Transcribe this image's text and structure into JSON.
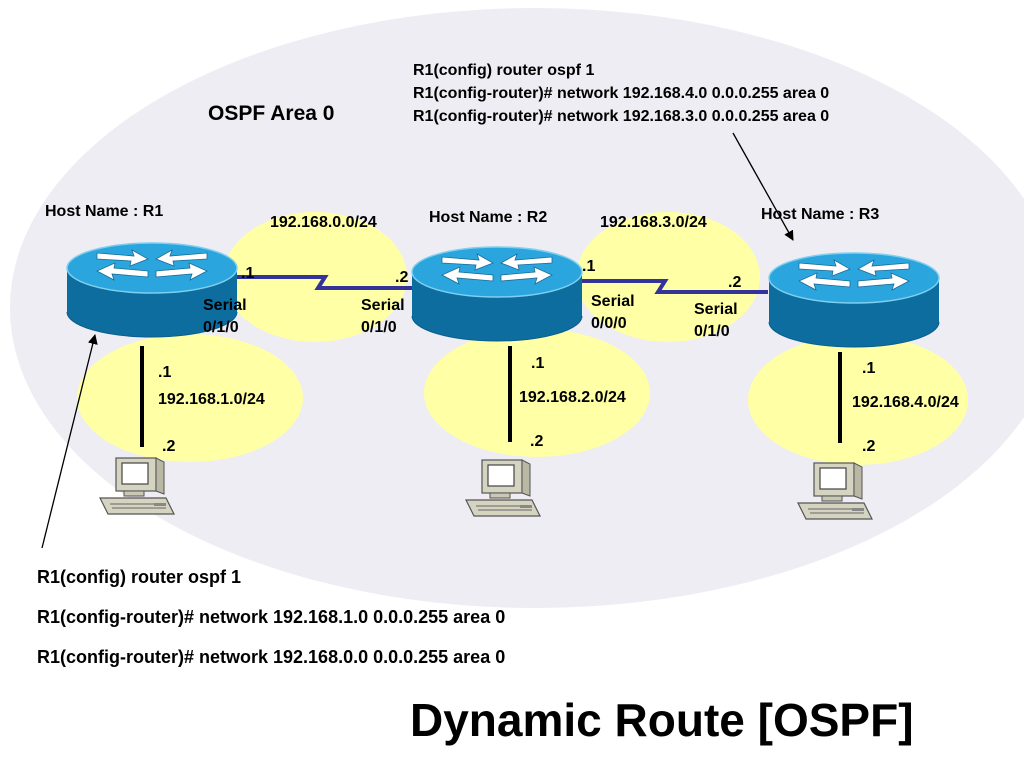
{
  "area_label": "OSPF Area 0",
  "title": "Dynamic  Route [OSPF]",
  "r3_commands": [
    "R1(config) router ospf 1",
    "R1(config-router)# network 192.168.4.0 0.0.0.255 area 0",
    "R1(config-router)# network 192.168.3.0 0.0.0.255 area 0"
  ],
  "r1_commands": [
    "R1(config) router ospf 1",
    "R1(config-router)# network 192.168.1.0 0.0.0.255 area 0",
    "R1(config-router)# network 192.168.0.0 0.0.0.255 area 0"
  ],
  "routers": {
    "r1": {
      "hostname": "Host Name : R1"
    },
    "r2": {
      "hostname": "Host Name : R2"
    },
    "r3": {
      "hostname": "Host Name : R3"
    }
  },
  "links": {
    "r1_r2": {
      "network": "192.168.0.0/24",
      "left_addr": ".1",
      "right_addr": ".2",
      "left_if_l1": "Serial",
      "left_if_l2": "0/1/0",
      "right_if_l1": "Serial",
      "right_if_l2": "0/1/0"
    },
    "r2_r3": {
      "network": "192.168.3.0/24",
      "left_addr": ".1",
      "right_addr": ".2",
      "left_if_l1": "Serial",
      "left_if_l2": "0/0/0",
      "right_if_l1": "Serial",
      "right_if_l2": "0/1/0"
    }
  },
  "lans": {
    "r1": {
      "network": "192.168.1.0/24",
      "router_addr": ".1",
      "host_addr": ".2"
    },
    "r2": {
      "network": "192.168.2.0/24",
      "router_addr": ".1",
      "host_addr": ".2"
    },
    "r3": {
      "network": "192.168.4.0/24",
      "router_addr": ".1",
      "host_addr": ".2"
    }
  },
  "colors": {
    "area_fill": "#ededf3",
    "subnet_fill": "#ffffa5",
    "router_top": "#2aa5dd",
    "router_side": "#0d6d9f",
    "serial_link": "#333399",
    "pc_body": "#d4d4c0"
  }
}
